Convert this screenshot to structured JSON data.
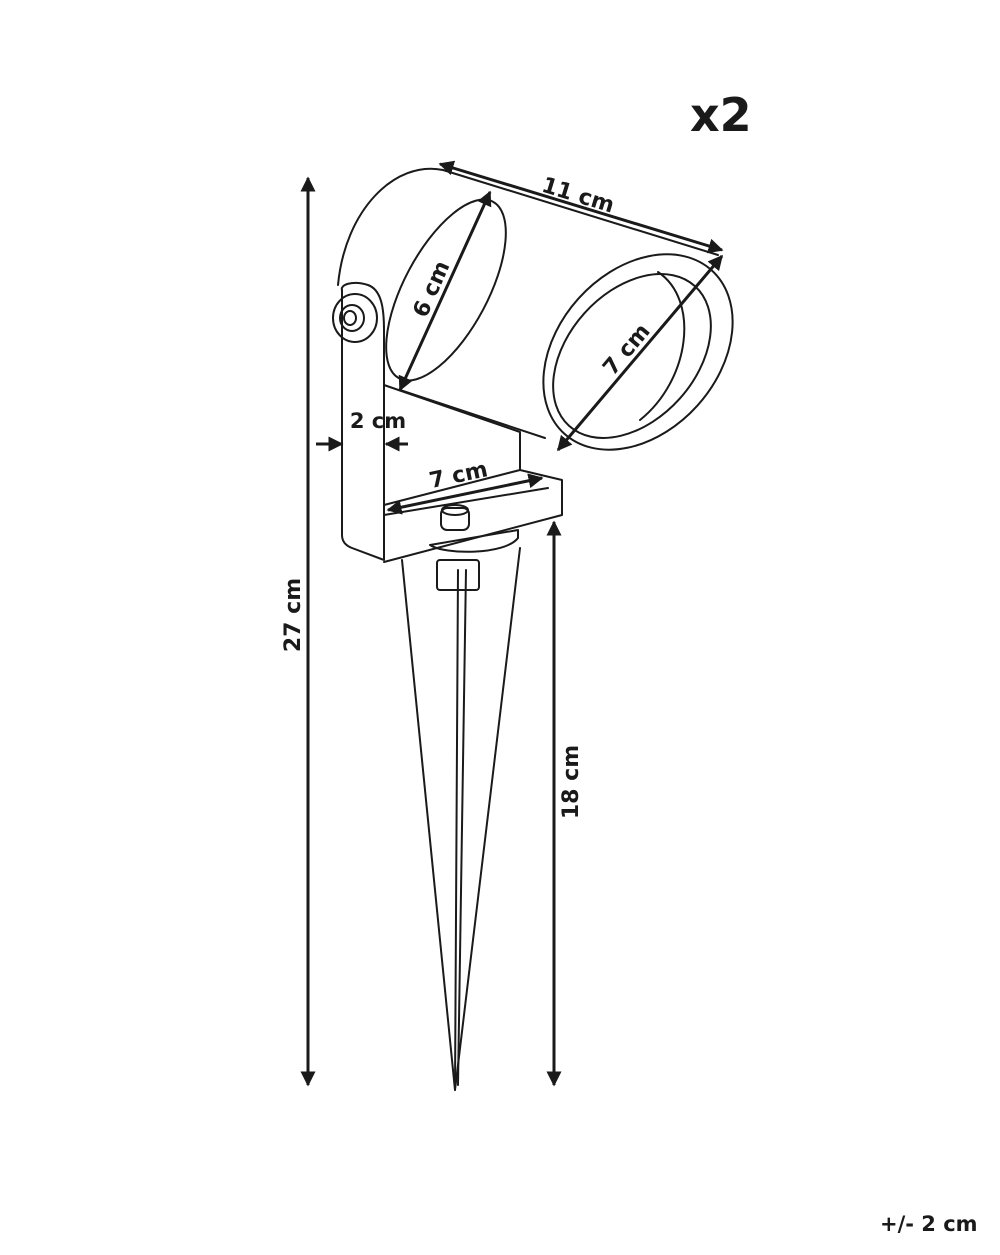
{
  "quantity_label": "x2",
  "tolerance_label": "+/- 2 cm",
  "dimensions": {
    "total_height": "27 cm",
    "stake_length": "18 cm",
    "head_length": "11 cm",
    "head_diameter_rear": "6 cm",
    "lens_diameter": "7 cm",
    "bracket_thickness": "2 cm",
    "bracket_width": "7 cm"
  },
  "colors": {
    "line": "#1a1a1a",
    "background": "#ffffff"
  }
}
